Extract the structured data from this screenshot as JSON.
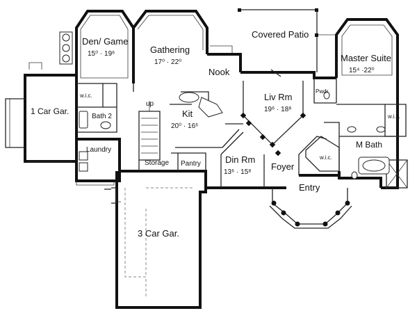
{
  "rooms": {
    "den": {
      "name": "Den/ Game",
      "dims": "15⁰ · 19⁶"
    },
    "gathering": {
      "name": "Gathering",
      "dims": "17⁰ · 22⁰"
    },
    "covered_patio": {
      "name": "Covered Patio"
    },
    "master_suite": {
      "name": "Master Suite",
      "dims": "15⁴ ·22⁰"
    },
    "nook": {
      "name": "Nook"
    },
    "liv_rm": {
      "name": "Liv Rm",
      "dims": "19⁶ · 18⁸"
    },
    "pwdr": {
      "name": "Pwdr"
    },
    "wic_den": {
      "name": "w.i.c."
    },
    "wic_master": {
      "name": "w.i.c."
    },
    "wic_bath": {
      "name": "w.i.c."
    },
    "one_car_gar": {
      "name": "1 Car Gar."
    },
    "bath2": {
      "name": "Bath 2"
    },
    "kit": {
      "name": "Kit",
      "dims": "20⁰ · 16⁶"
    },
    "up": {
      "name": "up"
    },
    "m_bath": {
      "name": "M Bath"
    },
    "laundry": {
      "name": "Laundry"
    },
    "storage": {
      "name": "Storage"
    },
    "pantry": {
      "name": "Pantry"
    },
    "din_rm": {
      "name": "Din Rm",
      "dims": "13⁶ · 15⁸"
    },
    "foyer": {
      "name": "Foyer"
    },
    "entry": {
      "name": "Entry"
    },
    "three_car_gar": {
      "name": "3 Car Gar."
    }
  }
}
